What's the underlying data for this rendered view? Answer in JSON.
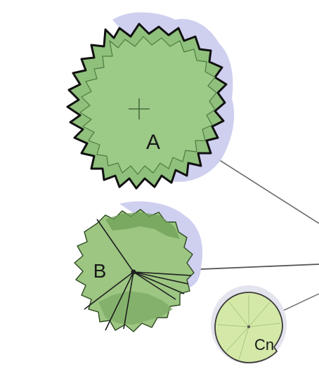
{
  "trees": [
    {
      "id": "A",
      "label": "A"
    },
    {
      "id": "B",
      "label": "B"
    },
    {
      "id": "Cn",
      "label": "Cn"
    }
  ],
  "colors": {
    "shadow": "#c9cbec",
    "tree_a_fill": "#8fc07c",
    "tree_a_inner": "#9ccb87",
    "tree_a_outline": "#111111",
    "tree_b_fill": "#9cc682",
    "tree_b_dark": "#6d9e57",
    "tree_c_fill": "#d4e9a8",
    "tree_c_outline": "#3a3a3a",
    "leader_line": "#666666",
    "text": "#1a1a1a"
  }
}
